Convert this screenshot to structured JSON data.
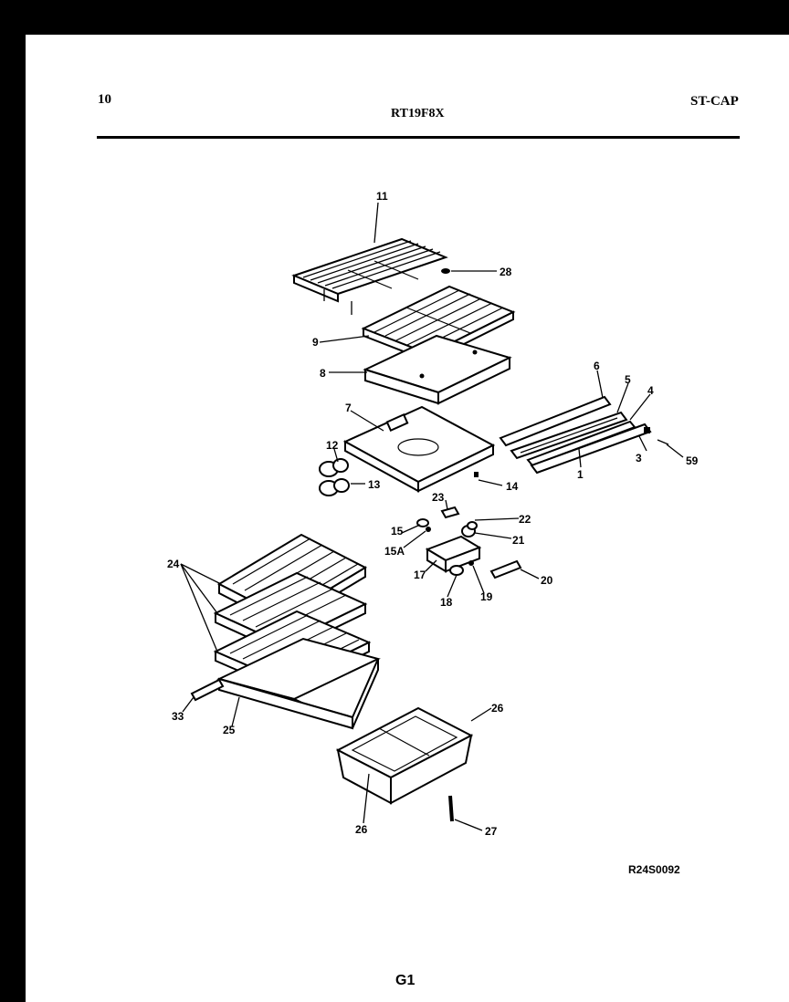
{
  "header": {
    "page_number": "10",
    "model": "RT19F8X",
    "section_code": "ST-CAP"
  },
  "callouts": {
    "c1": "1",
    "c3": "3",
    "c4": "4",
    "c5": "5",
    "c6": "6",
    "c7": "7",
    "c8": "8",
    "c9": "9",
    "c11": "11",
    "c12": "12",
    "c13": "13",
    "c14": "14",
    "c15": "15",
    "c15a": "15A",
    "c17": "17",
    "c18": "18",
    "c19": "19",
    "c20": "20",
    "c21": "21",
    "c22": "22",
    "c23": "23",
    "c24": "24",
    "c25": "25",
    "c26a": "26",
    "c26b": "26",
    "c27": "27",
    "c28": "28",
    "c33": "33",
    "c59": "59"
  },
  "footer": {
    "drawing_number": "R24S0092",
    "page_code": "G1"
  }
}
